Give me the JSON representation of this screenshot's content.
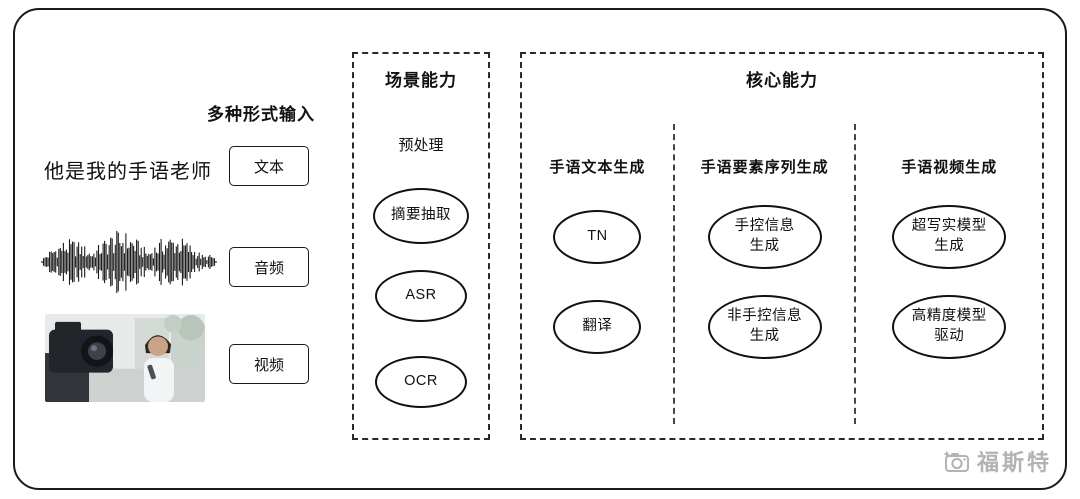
{
  "input_section": {
    "title": "多种形式输入",
    "text_example": "他是我的手语老师",
    "items": [
      {
        "label": "文本",
        "type": "text"
      },
      {
        "label": "音频",
        "type": "audio"
      },
      {
        "label": "视频",
        "type": "video"
      }
    ]
  },
  "scene_section": {
    "title": "场景能力",
    "subtitle": "预处理",
    "nodes": [
      "摘要抽取",
      "ASR",
      "OCR"
    ]
  },
  "core_section": {
    "title": "核心能力",
    "columns": [
      {
        "header": "手语文本生成",
        "nodes": [
          "TN",
          "翻译"
        ]
      },
      {
        "header": "手语要素序列生成",
        "nodes": [
          "手控信息\n生成",
          "非手控信息\n生成"
        ]
      },
      {
        "header": "手语视频生成",
        "nodes": [
          "超写实模型\n生成",
          "高精度模型\n驱动"
        ]
      }
    ]
  },
  "watermark": {
    "text": "福斯特",
    "icon": "camera-icon"
  },
  "colors": {
    "border": "#1a1a1a",
    "text": "#111111",
    "watermark": "#b3b3b3",
    "background": "#ffffff"
  }
}
